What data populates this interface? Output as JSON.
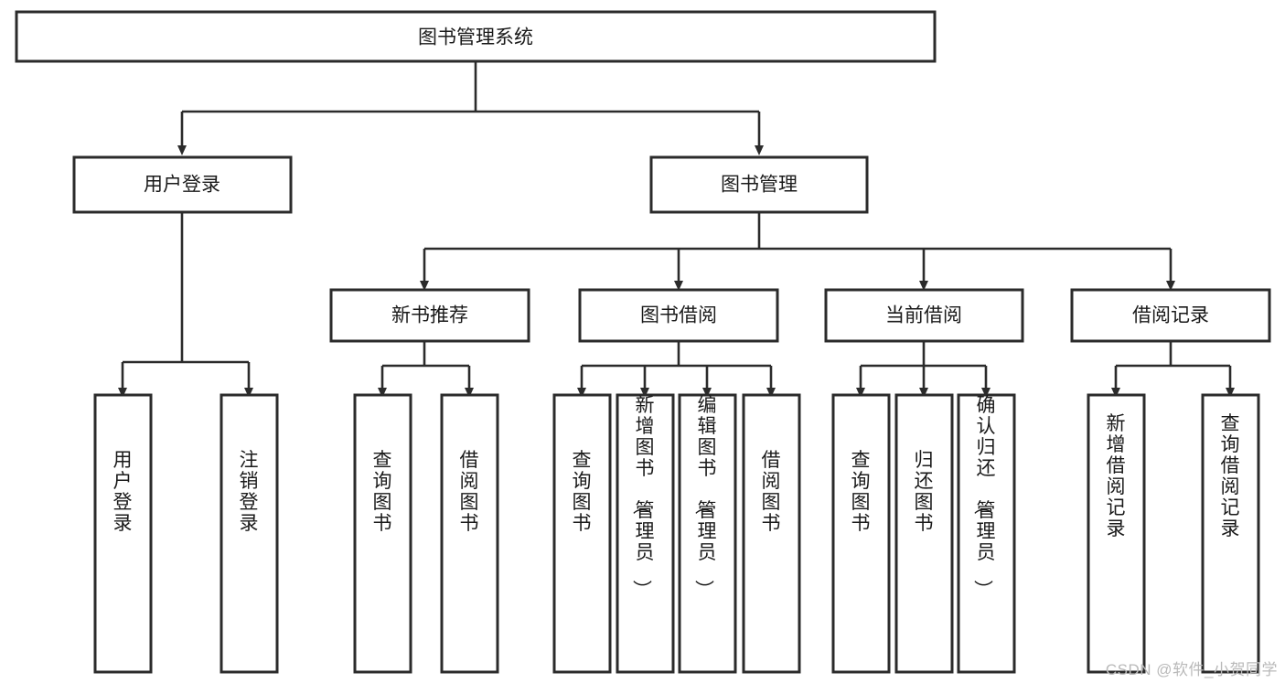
{
  "diagram": {
    "title": "图书管理系统",
    "watermark": "CSDN @软件_小贺同学",
    "colors": {
      "stroke": "#2b2b2b",
      "fill": "#ffffff",
      "text": "#1a1a1a",
      "watermark": "#b9b9b9",
      "background": "#ffffff"
    },
    "root": {
      "label": "图书管理系统"
    },
    "level2": [
      {
        "label": "用户登录"
      },
      {
        "label": "图书管理"
      }
    ],
    "level3": [
      {
        "label": "新书推荐"
      },
      {
        "label": "图书借阅"
      },
      {
        "label": "当前借阅"
      },
      {
        "label": "借阅记录"
      }
    ],
    "leaves": {
      "user_login": [
        {
          "label": "用户登录"
        },
        {
          "label": "注销登录"
        }
      ],
      "new_book_recommend": [
        {
          "label": "查询图书"
        },
        {
          "label": "借阅图书"
        }
      ],
      "book_borrow": [
        {
          "label": "查询图书"
        },
        {
          "label": "新增图书（管理员）"
        },
        {
          "label": "编辑图书（管理员）"
        },
        {
          "label": "借阅图书"
        }
      ],
      "current_borrow": [
        {
          "label": "查询图书"
        },
        {
          "label": "归还图书"
        },
        {
          "label": "确认归还（管理员）"
        }
      ],
      "borrow_record": [
        {
          "label": "新增借阅记录"
        },
        {
          "label": "查询借阅记录"
        }
      ]
    }
  }
}
